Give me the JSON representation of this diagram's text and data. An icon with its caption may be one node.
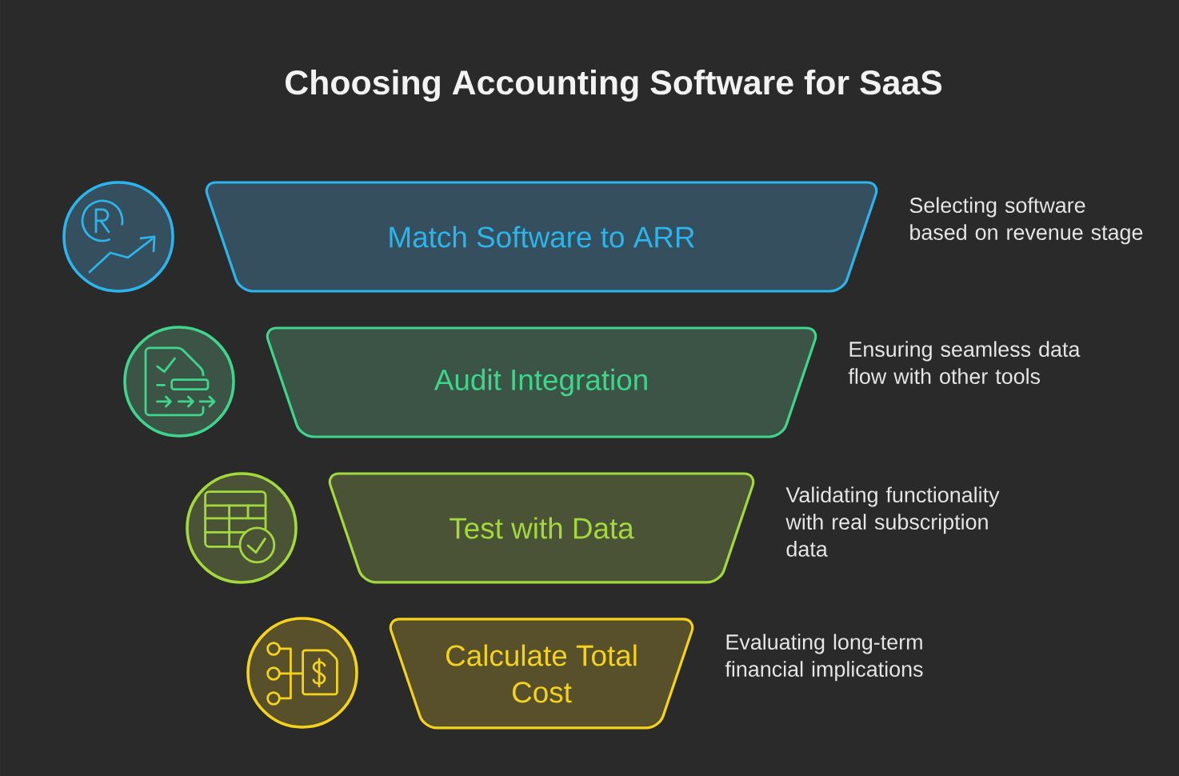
{
  "diagram": {
    "title": "Choosing Accounting Software for SaaS",
    "nodes": [
      {
        "text": [
          "Match Software to ARR"
        ],
        "beside": [
          "Selecting software based on revenue stage"
        ]
      },
      {
        "text": [
          "Audit Integration"
        ],
        "beside": [
          "Ensuring seamless data flow with other tools"
        ]
      },
      {
        "text": [
          "Test with Data"
        ],
        "beside": [
          "Validating functionality with real subscription data"
        ]
      },
      {
        "text": [
          "Calculate Total Cost"
        ],
        "beside": [
          "Evaluating long-term financial implications"
        ]
      }
    ]
  }
}
